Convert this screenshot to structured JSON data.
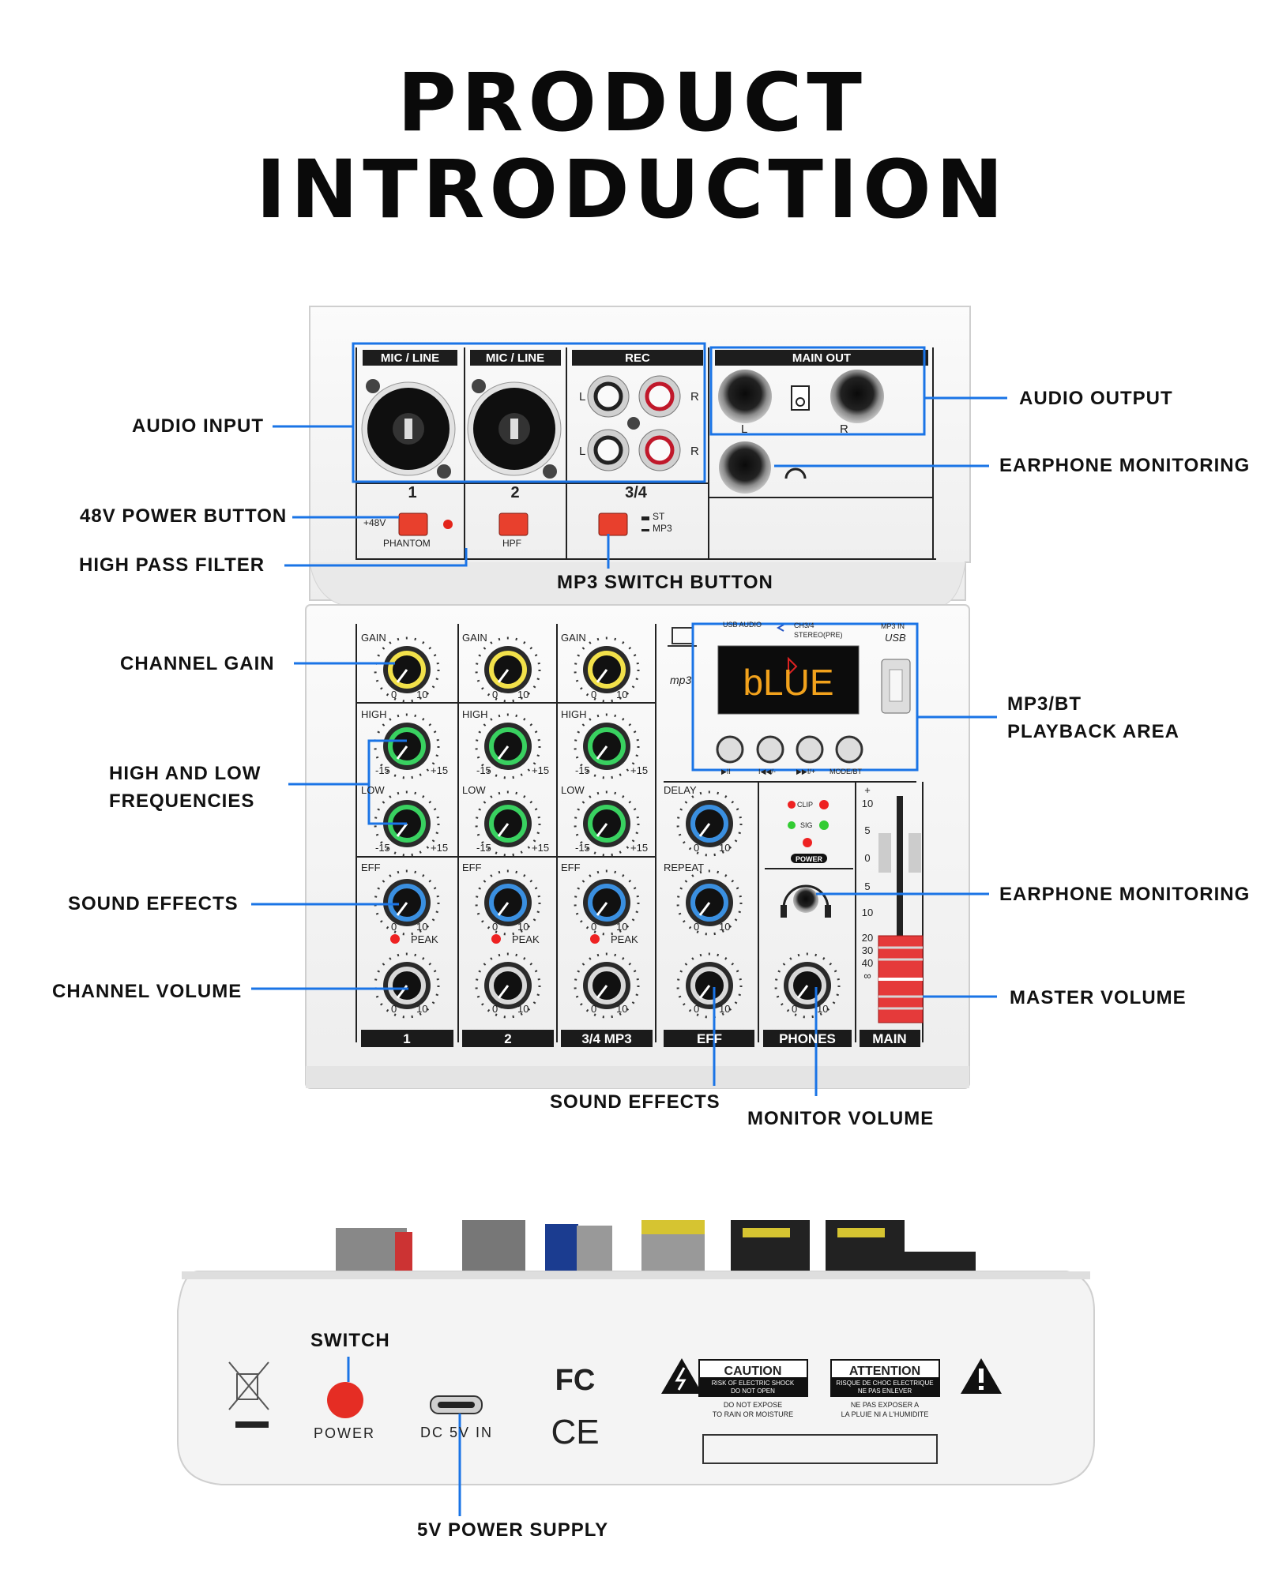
{
  "title": {
    "line1": "PRODUCT",
    "line2": "INTRODUCTION"
  },
  "callouts": {
    "audio_input": "AUDIO INPUT",
    "power_48v": "48V POWER BUTTON",
    "high_pass": "HIGH PASS FILTER",
    "mp3_switch": "MP3 SWITCH BUTTON",
    "audio_output": "AUDIO OUTPUT",
    "earphone_monitoring_top": "EARPHONE MONITORING",
    "channel_gain": "CHANNEL GAIN",
    "high_low_1": "HIGH AND LOW",
    "high_low_2": "FREQUENCIES",
    "sound_effects_left": "SOUND EFFECTS",
    "channel_volume": "CHANNEL VOLUME",
    "mp3bt_1": "MP3/BT",
    "mp3bt_2": "PLAYBACK AREA",
    "earphone_monitoring_mid": "EARPHONE MONITORING",
    "master_volume": "MASTER VOLUME",
    "sound_effects_bottom": "SOUND EFFECTS",
    "monitor_volume": "MONITOR VOLUME",
    "switch": "SWITCH",
    "power_supply_5v": "5V POWER SUPPLY"
  },
  "panel": {
    "mic_line_1": "MIC / LINE",
    "mic_line_2": "MIC / LINE",
    "rec": "REC",
    "main_out": "MAIN OUT",
    "ch1": "1",
    "ch2": "2",
    "ch34": "3/4",
    "plus48v": "+48V",
    "phantom": "PHANTOM",
    "hpf": "HPF",
    "st": "ST",
    "mp3": "MP3",
    "l": "L",
    "r": "R",
    "gain": "GAIN",
    "high": "HIGH",
    "low": "LOW",
    "eff": "EFF",
    "delay": "DELAY",
    "repeat": "REPEAT",
    "peak": "PEAK",
    "scale_0": "0",
    "scale_10": "10",
    "scale_m15": "-15",
    "scale_p15": "+15",
    "display": "bLUE",
    "usb_audio": "USB AUDIO",
    "ch34_small": "CH3/4",
    "stereo_pre": "STEREO(PRE)",
    "mp3_in": "MP3 IN",
    "usb": "USB",
    "mp3_logo": "mp3",
    "btn_play": "▶II",
    "btn_prev": "I◀◀/-",
    "btn_next": "▶▶I/+",
    "btn_mode": "MODE/BT",
    "clip": "CLIP",
    "sig": "SIG",
    "power": "POWER",
    "strip_1": "1",
    "strip_2": "2",
    "strip_34": "3/4 MP3",
    "strip_eff": "EFF",
    "strip_phones": "PHONES",
    "strip_main": "MAIN",
    "fader_scale": [
      "+",
      "10",
      "5",
      "0",
      "5",
      "10",
      "20",
      "30",
      "40",
      "∞"
    ]
  },
  "rear": {
    "power": "POWER",
    "dc_in": "DC 5V IN",
    "fc": "FC",
    "ce": "CE",
    "caution": "CAUTION",
    "caution_sub1": "RISK OF ELECTRIC SHOCK",
    "caution_sub2": "DO NOT OPEN",
    "caution_note1": "DO NOT EXPOSE",
    "caution_note2": "TO RAIN OR MOISTURE",
    "attention": "ATTENTION",
    "attention_sub1": "RISQUE DE CHOC ELECTRIQUE",
    "attention_sub2": "NE PAS ENLEVER",
    "attention_note1": "NE PAS EXPOSER A",
    "attention_note2": "LA PLUIE NI A L'HUMIDITE"
  },
  "colors": {
    "callout_line": "#1a74e6",
    "display_text": "#f2a21c",
    "button_red": "#e83a2a"
  }
}
